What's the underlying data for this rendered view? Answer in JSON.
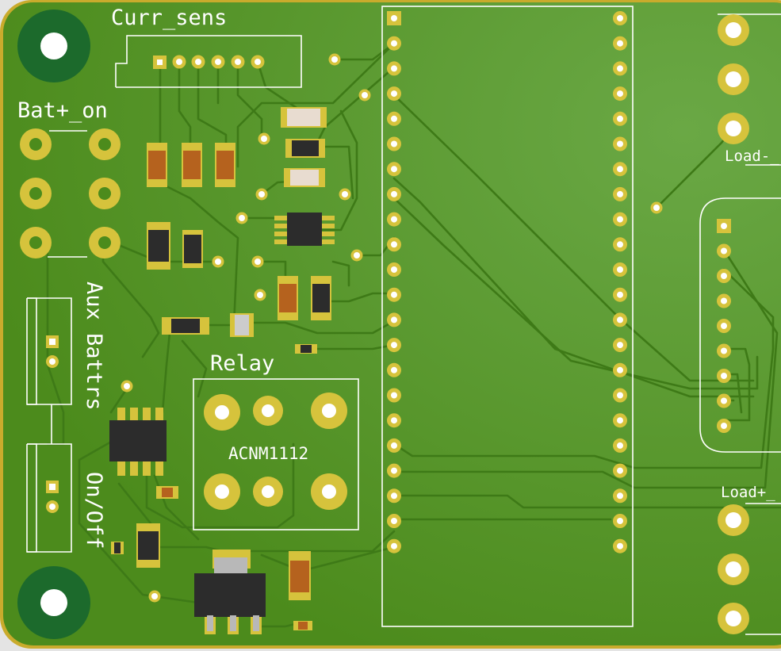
{
  "labels": {
    "curr_sens": "Curr_sens",
    "bat_on": "Bat+_on",
    "aux_battrs": "Aux Battrs",
    "on_off": "On/Off",
    "relay": "Relay",
    "relay_part": "ACNM1112",
    "load_minus": "Load-_",
    "load_plus": "Load+_"
  },
  "colors": {
    "board": "#4f8f1e",
    "copper": "#d6c33c",
    "silkscreen": "#ffffff",
    "mounting_ring": "#1e6b2e",
    "ic_body": "#2c2c2c",
    "capacitor": "#b5621e",
    "background": "#e4e4e4"
  }
}
